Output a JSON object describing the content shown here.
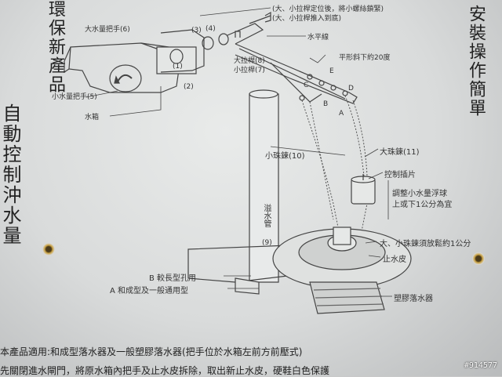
{
  "titles": {
    "eco": "環保新產品",
    "auto": "自動控制沖水量",
    "simple": "安裝操作簡單"
  },
  "callouts": {
    "top_note1": "(大、小拉桿定位後，將小螺絲鎖緊)",
    "top_note2": "(大、小拉桿推入到底)",
    "large_handle": "大水量把手(6)",
    "small_handle": "小水量把手(5)",
    "tank": "水箱",
    "n1": "(1)",
    "n2": "(2)",
    "n3": "(3)",
    "n4": "(4)",
    "horizontal": "水平線",
    "slope": "平形斜下約20度",
    "large_rod": "大拉桿(8)",
    "small_rod": "小拉桿(7)",
    "pt_a": "A",
    "pt_b": "B",
    "pt_c": "C",
    "pt_d": "D",
    "pt_e": "E",
    "small_chain": "小珠鍊(10)",
    "large_chain": "大珠鍊(11)",
    "control_tab": "控制插片",
    "adjust1": "調整小水量浮球",
    "adjust2": "上或下1公分為宜",
    "overflow": "溢水管",
    "overflow_n": "(9)",
    "chain_slack": "大、小珠鍊須放鬆約1公分",
    "stopper": "止水皮",
    "b_hole": "B 較長型孔用",
    "a_type": "A 和成型及一般通用型",
    "plastic_valve": "塑膠落水器"
  },
  "notes": {
    "line1": "本產品適用:和成型落水器及一般塑膠落水器(把手位於水箱左前方前壓式)",
    "line2": "先關閉進水閘門，將原水箱內把手及止水皮拆除，取出新止水皮，硬鞋白色保護"
  },
  "watermark": "#914577"
}
